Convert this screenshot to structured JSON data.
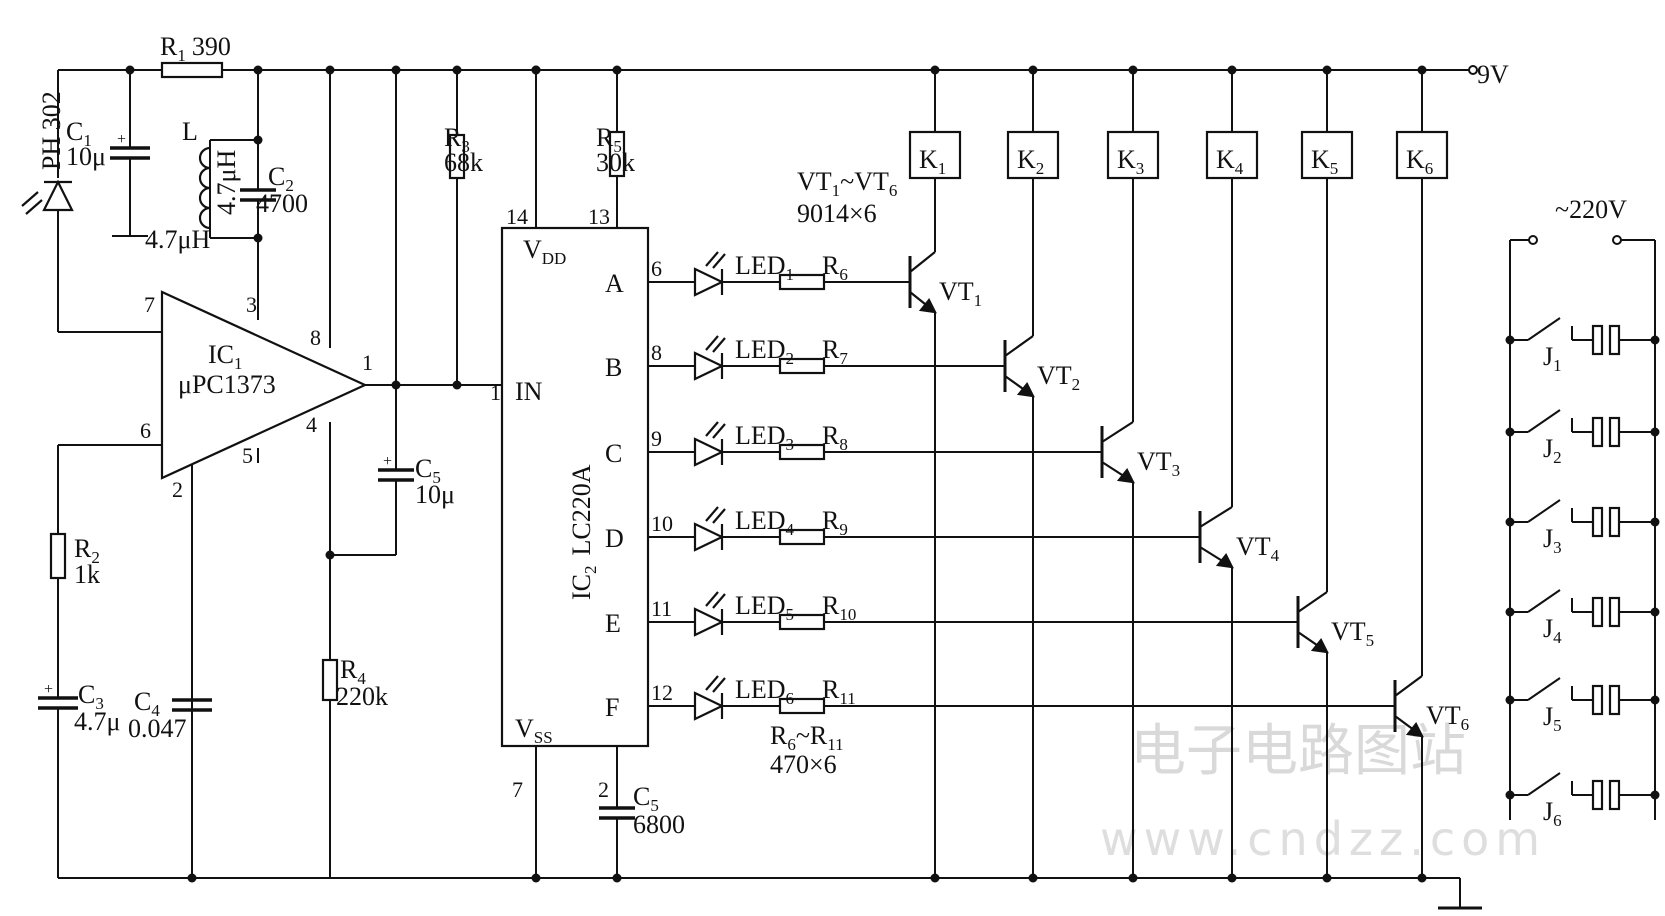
{
  "watermark": {
    "line1": "电子电路图站",
    "line2": "www.cndzz.com"
  },
  "supply": {
    "vcc": "9V",
    "ac": "~220V"
  },
  "components": {
    "pd": {
      "name": "PH 302"
    },
    "r1": {
      "name": "R",
      "sub": "1",
      "value": "390"
    },
    "c1": {
      "name": "C",
      "sub": "1",
      "value": "10μ"
    },
    "ind": {
      "name": "L",
      "value": "4.7μH",
      "bottom": "4.7μH"
    },
    "c2": {
      "name": "C",
      "sub": "2",
      "value": "4700"
    },
    "r3": {
      "name": "R",
      "sub": "3",
      "value": "68k"
    },
    "r5": {
      "name": "R",
      "sub": "5",
      "value": "30k"
    },
    "ic1": {
      "name": "IC",
      "sub": "1",
      "part": "μPC1373",
      "pins": [
        "7",
        "3",
        "8",
        "1",
        "6",
        "2",
        "5",
        "4"
      ]
    },
    "r2": {
      "name": "R",
      "sub": "2",
      "value": "1k"
    },
    "c3": {
      "name": "C",
      "sub": "3",
      "value": "4.7μ"
    },
    "c4": {
      "name": "C",
      "sub": "4",
      "value": "0.047"
    },
    "r4": {
      "name": "R",
      "sub": "4",
      "value": "220k"
    },
    "c5": {
      "name": "C",
      "sub": "5",
      "value": "10μ"
    },
    "c6": {
      "name": "C",
      "sub": "5",
      "value": "6800"
    },
    "ic2": {
      "name": "IC",
      "sub": "2",
      "part": "LC220A",
      "vdd": "V",
      "vdd_sub": "DD",
      "vss": "V",
      "vss_sub": "SS",
      "in": "IN",
      "pin_in": "1",
      "pin_vdd": "14",
      "pin_13": "13",
      "pin_vss": "7",
      "pin_2": "2"
    }
  },
  "notes": {
    "vt_range": "VT",
    "vt_range_a": "1",
    "vt_range_mid": "~VT",
    "vt_range_b": "6",
    "vt_type": "9014×6",
    "r_range": "R",
    "r_range_a": "6",
    "r_range_mid": "~R",
    "r_range_b": "11",
    "r_type": "470×6"
  },
  "channels": [
    {
      "out": "A",
      "pin": "6",
      "led": "LED",
      "led_sub": "1",
      "r": "R",
      "r_sub": "6",
      "vt": "VT",
      "vt_sub": "1",
      "k": "K",
      "k_sub": "1",
      "j": "J",
      "j_sub": "1"
    },
    {
      "out": "B",
      "pin": "8",
      "led": "LED",
      "led_sub": "2",
      "r": "R",
      "r_sub": "7",
      "vt": "VT",
      "vt_sub": "2",
      "k": "K",
      "k_sub": "2",
      "j": "J",
      "j_sub": "2"
    },
    {
      "out": "C",
      "pin": "9",
      "led": "LED",
      "led_sub": "3",
      "r": "R",
      "r_sub": "8",
      "vt": "VT",
      "vt_sub": "3",
      "k": "K",
      "k_sub": "3",
      "j": "J",
      "j_sub": "3"
    },
    {
      "out": "D",
      "pin": "10",
      "led": "LED",
      "led_sub": "4",
      "r": "R",
      "r_sub": "9",
      "vt": "VT",
      "vt_sub": "4",
      "k": "K",
      "k_sub": "4",
      "j": "J",
      "j_sub": "4"
    },
    {
      "out": "E",
      "pin": "11",
      "led": "LED",
      "led_sub": "5",
      "r": "R",
      "r_sub": "10",
      "vt": "VT",
      "vt_sub": "5",
      "k": "K",
      "k_sub": "5",
      "j": "J",
      "j_sub": "5"
    },
    {
      "out": "F",
      "pin": "12",
      "led": "LED",
      "led_sub": "6",
      "r": "R",
      "r_sub": "11",
      "vt": "VT",
      "vt_sub": "6",
      "k": "K",
      "k_sub": "6",
      "j": "J",
      "j_sub": "6"
    }
  ]
}
